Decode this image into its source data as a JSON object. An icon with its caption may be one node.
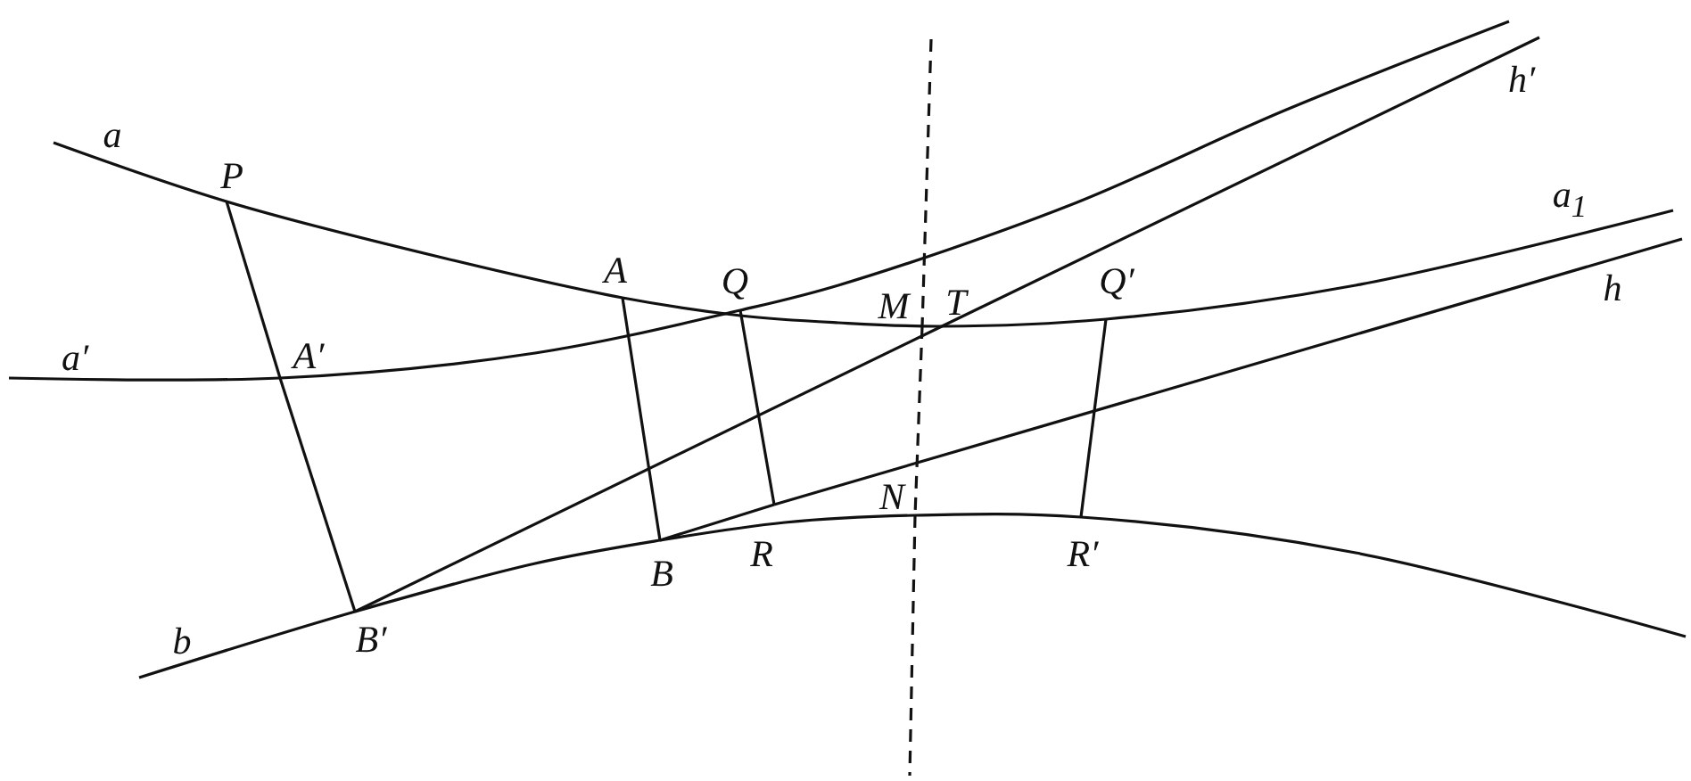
{
  "diagram": {
    "nodes": [
      {
        "text": [
          "P"
        ]
      },
      {
        "text": [
          "A′"
        ]
      },
      {
        "text": [
          "B′"
        ]
      },
      {
        "text": [
          "A"
        ]
      },
      {
        "text": [
          "Q"
        ]
      },
      {
        "text": [
          "M"
        ]
      },
      {
        "text": [
          "T"
        ]
      },
      {
        "text": [
          "Q′"
        ]
      },
      {
        "text": [
          "B"
        ]
      },
      {
        "text": [
          "R"
        ]
      },
      {
        "text": [
          "N"
        ]
      },
      {
        "text": [
          "R′"
        ]
      }
    ],
    "edges": [
      {
        "from": 0,
        "to": 1,
        "arrow": "none"
      },
      {
        "from": 1,
        "to": 2,
        "arrow": "none"
      },
      {
        "from": 3,
        "to": 8,
        "arrow": "none"
      },
      {
        "from": 4,
        "to": 9,
        "arrow": "none"
      },
      {
        "from": 7,
        "to": 11,
        "arrow": "none"
      },
      {
        "from": 5,
        "to": 10,
        "arrow": "none",
        "style": "dashed"
      },
      {
        "from": 2,
        "to": 6,
        "arrow": "none"
      },
      {
        "from": 8,
        "to": 9,
        "arrow": "none"
      }
    ],
    "labels": [
      "a",
      "a′",
      "b",
      "a$_{1}$",
      "h",
      "h′"
    ]
  }
}
